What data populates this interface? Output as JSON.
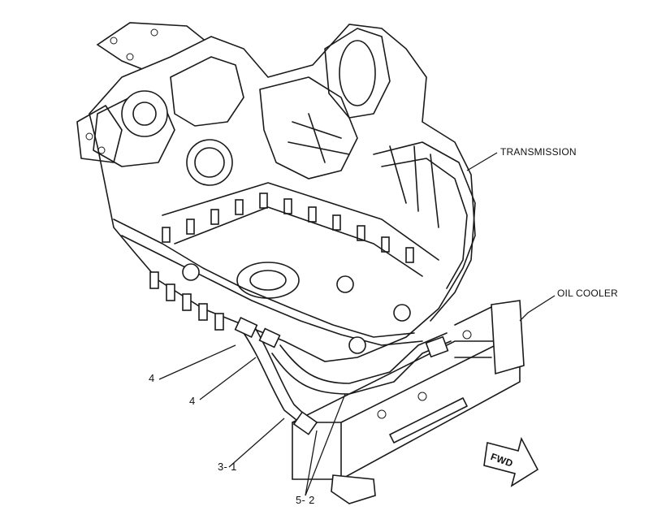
{
  "callouts": {
    "transmission": "TRANSMISSION",
    "oil_cooler": "OIL COOLER",
    "item_4_upper": "4",
    "item_4_lower": "4",
    "item_3_1": "3- 1",
    "item_5_2": "5- 2"
  },
  "direction_arrow": {
    "label": "FWD"
  }
}
